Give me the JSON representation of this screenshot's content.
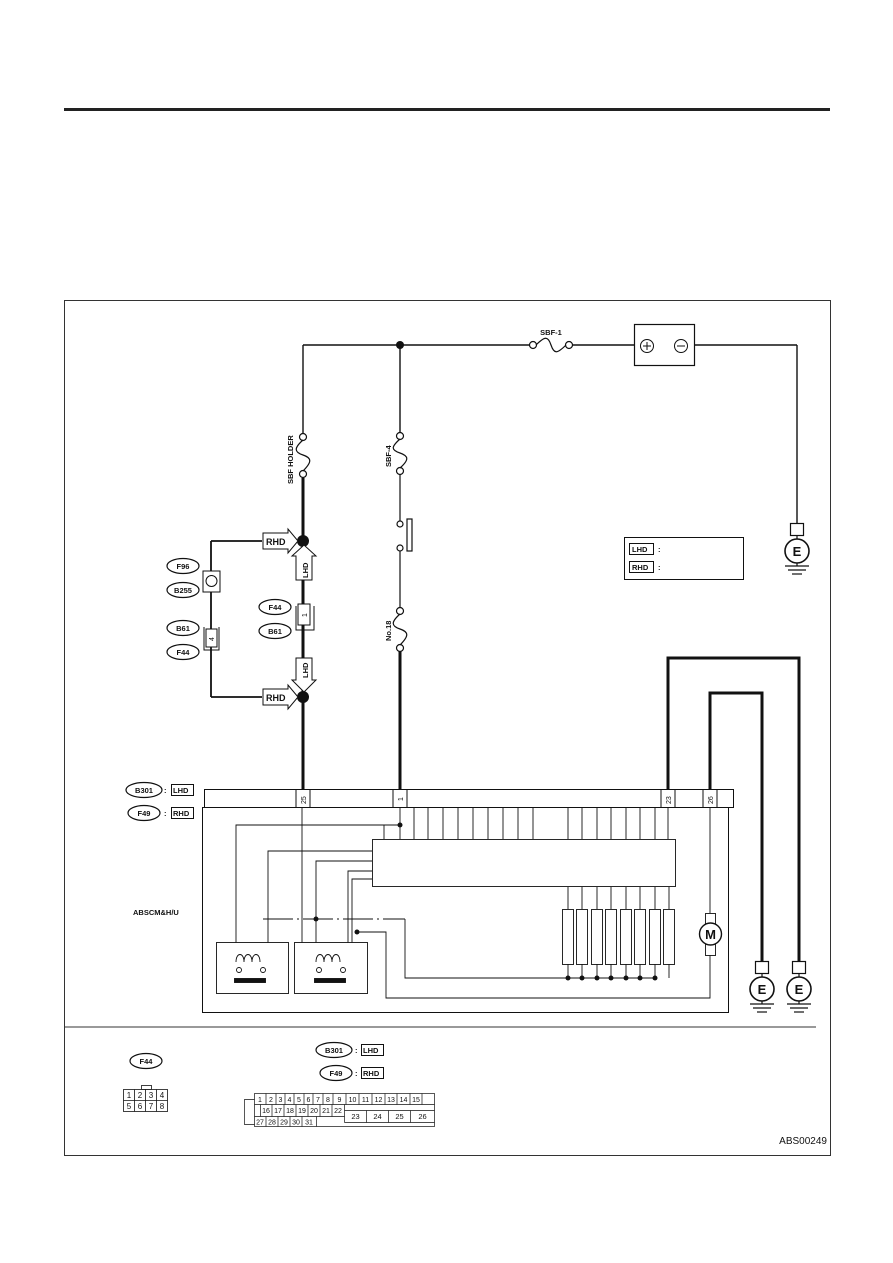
{
  "fuses": {
    "sbf1": "SBF-1",
    "sbf4": "SBF-4",
    "sbf_holder": "SBF HOLDER",
    "no18": "No.18"
  },
  "labels": {
    "rhd": "RHD",
    "lhd": "LHD",
    "module": "ABSCM&H/U",
    "ground": "E",
    "motor": "M",
    "figure_code": "ABS00249",
    "colon": ":"
  },
  "connectors": {
    "f96": "F96",
    "b255": "B255",
    "b61": "B61",
    "f44": "F44",
    "b301": "B301",
    "f49": "F49"
  },
  "pins": {
    "p25": "25",
    "p1": "1",
    "p23": "23",
    "p26": "26",
    "jc_f44_b61": "1",
    "jc_b61_f44": "4"
  },
  "legend": {
    "lhd": "LHD",
    "rhd": "RHD"
  },
  "connector_face_f44": {
    "top_row": [
      "1",
      "2",
      "3",
      "4"
    ],
    "bottom_row": [
      "5",
      "6",
      "7",
      "8"
    ]
  },
  "connector_face_b301": {
    "row1": [
      "1",
      "2",
      "3",
      "4",
      "5",
      "6",
      "7",
      "8",
      "9",
      "10",
      "11",
      "12",
      "13",
      "14",
      "15"
    ],
    "row2": [
      "16",
      "17",
      "18",
      "19",
      "20",
      "21",
      "22"
    ],
    "row3": [
      "27",
      "28",
      "29",
      "30",
      "31"
    ],
    "large": [
      "23",
      "24",
      "25",
      "26"
    ]
  },
  "colors": {
    "line": "#111111",
    "background": "#ffffff"
  }
}
